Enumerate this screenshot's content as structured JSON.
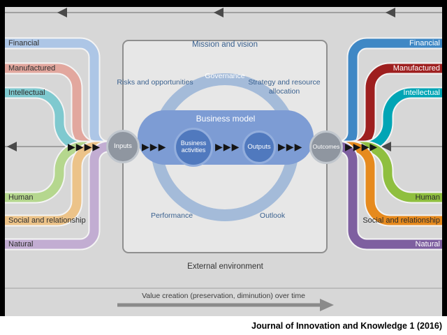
{
  "colors": {
    "background": "#d7d7d7",
    "accent_text": "#3a618f",
    "governance_ring": "#a4bbd9",
    "business_model_band": "#7d9cd4",
    "flow_blue": "#5079be",
    "flow_gray": "#8f96a0"
  },
  "icons": {
    "flow_arrow": "▶",
    "left_arrow": "◀"
  },
  "capitals_left": [
    {
      "label": "Financial",
      "color": "#adc6e6"
    },
    {
      "label": "Manufactured",
      "color": "#e2a79e"
    },
    {
      "label": "Intellectual",
      "color": "#7fc9cf"
    },
    {
      "label": "Human",
      "color": "#b5d78e"
    },
    {
      "label": "Social and relationship",
      "color": "#ecc389"
    },
    {
      "label": "Natural",
      "color": "#c2add2"
    }
  ],
  "capitals_right": [
    {
      "label": "Financial",
      "color": "#3f88c5"
    },
    {
      "label": "Manufactured",
      "color": "#9e1f1f"
    },
    {
      "label": "Intellectual",
      "color": "#00a5b5"
    },
    {
      "label": "Human",
      "color": "#8fbf3f"
    },
    {
      "label": "Social and relationship",
      "color": "#e68a1e"
    },
    {
      "label": "Natural",
      "color": "#7e5fa0"
    }
  ],
  "center": {
    "mission": "Mission and vision",
    "governance": "Governance",
    "risks": "Risks and opportunities",
    "strategy": "Strategy and resource allocation",
    "business_model": "Business model",
    "performance": "Performance",
    "outlook": "Outlook",
    "flow": [
      {
        "label": "Inputs"
      },
      {
        "label": "Business activities"
      },
      {
        "label": "Outputs"
      },
      {
        "label": "Outcomes"
      }
    ]
  },
  "footer": {
    "external_environment": "External environment",
    "value_creation_label": "Value creation (preservation, diminution) over time",
    "journal_credit": "Journal of Innovation and Knowledge 1 (2016)"
  }
}
